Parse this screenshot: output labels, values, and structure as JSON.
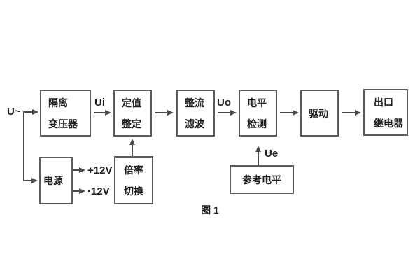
{
  "figure": {
    "caption": "图 1"
  },
  "signal_labels": {
    "input": "U~",
    "ui": "Ui",
    "uo": "Uo",
    "ue": "Ue",
    "plus_12v": "+12V",
    "minus_12v": "·12V"
  },
  "blocks": {
    "isolation_transformer": {
      "line1": "隔离",
      "line2": "变压器"
    },
    "value_setting": {
      "line1": "定值",
      "line2": "整定"
    },
    "rectifier_filter": {
      "line1": "整流",
      "line2": "滤波"
    },
    "level_detection": {
      "line1": "电平",
      "line2": "检测"
    },
    "driver": {
      "label": "驱动"
    },
    "output_relay": {
      "line1": "出口",
      "line2": "继电器"
    },
    "power_supply": {
      "label": "电源"
    },
    "ratio_switch": {
      "line1": "倍率",
      "line2": "切换"
    },
    "reference_level": {
      "label": "参考电平"
    }
  },
  "colors": {
    "line": "#4a4a4a",
    "text": "#1f1f1f",
    "background": "#ffffff"
  }
}
